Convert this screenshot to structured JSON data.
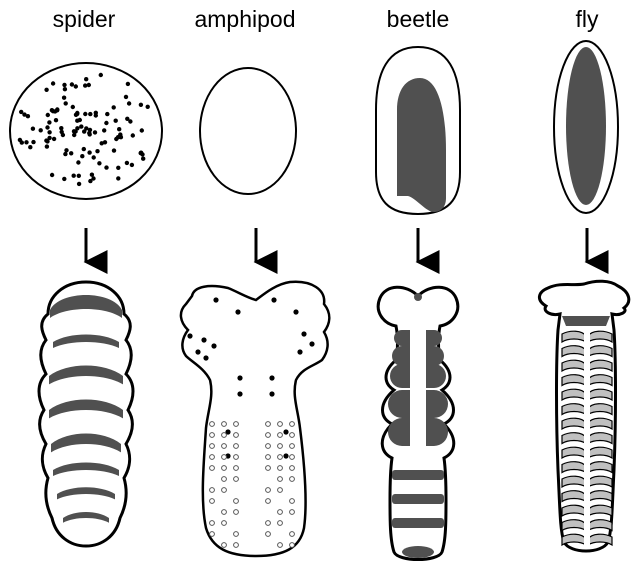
{
  "labels": {
    "spider": "spider",
    "amphipod": "amphipod",
    "beetle": "beetle",
    "fly": "fly"
  },
  "colors": {
    "stripe": "#505050",
    "fly_stripe": "#c0c0c0",
    "outline": "#000000"
  }
}
